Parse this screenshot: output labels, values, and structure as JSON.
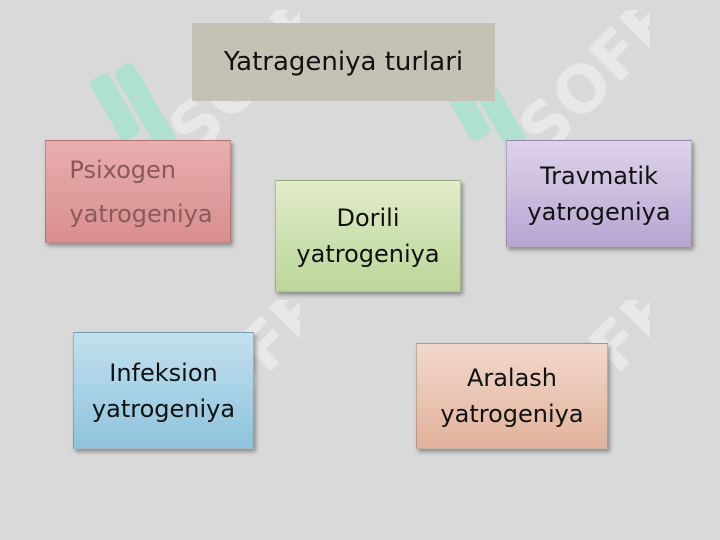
{
  "title": "Yatrageniya turlari",
  "boxes": {
    "psixogen": "Psixogen\nyatrogeniya",
    "dorili": "Dorili\nyatrogeniya",
    "travmatik": "Travmatik\nyatrogeniya",
    "infeksion": "Infeksion\nyatrogeniya",
    "aralash": "Aralash\nyatrogeniya"
  },
  "watermark": {
    "text": "SOFF",
    "color": "#7fe0c0",
    "icon": "watermark-logo-icon"
  },
  "colors": {
    "background": "#d9d9d9",
    "title_box": "#c4c2b5",
    "psixogen": "#e3a3a3",
    "dorili": "#cde0ae",
    "travmatik": "#c8bbdf",
    "infeksion": "#a7d0e4",
    "aralash": "#eac3b2"
  }
}
